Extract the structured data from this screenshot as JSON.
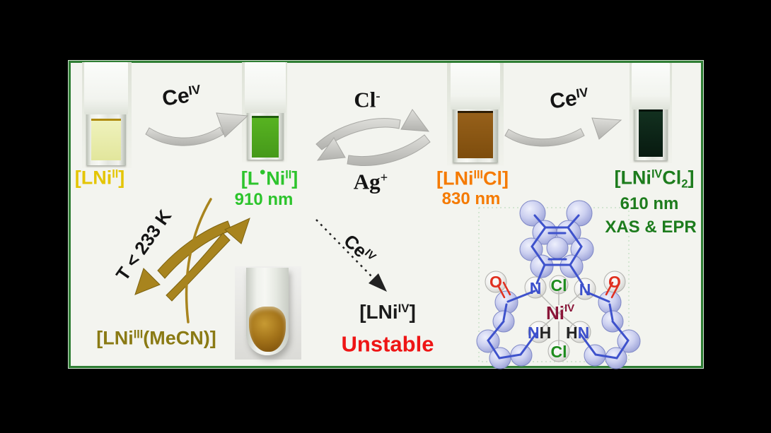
{
  "scheme": {
    "arrows": {
      "ce_top_left": {
        "base": "Ce",
        "sup": "IV"
      },
      "chloride": {
        "base": "Cl",
        "sup": "-"
      },
      "silver": {
        "base": "Ag",
        "sup": "+"
      },
      "ce_top_right": {
        "base": "Ce",
        "sup": "IV"
      },
      "ce_dashed": {
        "base": "Ce",
        "sup": "IV"
      },
      "temperature": "T < 233 K"
    },
    "species": {
      "lni2": {
        "pre": "[LNi",
        "sup": "II",
        "post": "]"
      },
      "lradni2": {
        "pre": "[L",
        "dot": "•",
        "mid": "Ni",
        "sup": "II",
        "post": "]",
        "wavelength": "910 nm"
      },
      "lni3cl": {
        "pre": "[LNi",
        "sup": "III",
        "mid": "Cl",
        "post": "]",
        "wavelength": "830 nm"
      },
      "lni4cl2": {
        "pre": "[LNi",
        "sup": "IV",
        "mid": "Cl",
        "sub": "2",
        "post": "]",
        "wavelength": "610 nm",
        "methods": "XAS & EPR"
      },
      "lni3mecn": {
        "pre": "[LNi",
        "sup": "III",
        "post": "(MeCN)]"
      },
      "lni4": {
        "pre": "[LNi",
        "sup": "IV",
        "post": "]",
        "status": "Unstable"
      }
    },
    "molecule": {
      "ni": {
        "base": "Ni",
        "sup": "IV"
      },
      "cl_axial_top": "Cl",
      "cl_axial_bottom": "Cl",
      "n_amide_left": "N",
      "n_amide_right": "N",
      "o_left": "O",
      "o_right": "O",
      "nh_left": {
        "first": "N",
        "second": "H"
      },
      "hn_right": {
        "first": "H",
        "second": "N"
      }
    }
  },
  "colors": {
    "panel_border": "#2e7d33",
    "panel_background": "#f3f4ef",
    "lni2_label": "#e4c503",
    "lradni2_label": "#2cc42c",
    "lni3cl_label": "#f57a00",
    "lni4cl2_label": "#1d7c1d",
    "lni3mecn_label": "#8a7a14",
    "unstable_label": "#ee1515",
    "gold_arrow": "#a8841e",
    "gray_arrow": "#c2c2be",
    "ni_label": "#8a1538",
    "cl_label": "#1e8c1e",
    "n_label": "#3c50cc",
    "o_label": "#e03020",
    "solution_lni2": "#e9ecae",
    "solution_lradni2": "#50a81e",
    "solution_lni3cl": "#8f5a12",
    "solution_lni4cl2": "#0d2318"
  }
}
